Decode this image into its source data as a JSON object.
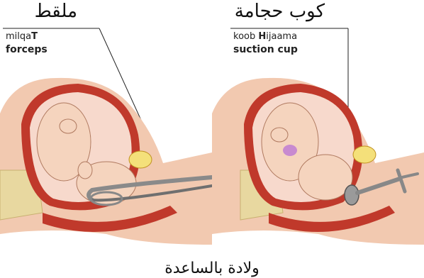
{
  "panels": [
    {
      "arabic": "ملقط",
      "transliteration_plain": "milqa",
      "transliteration_bold": "T",
      "english": "forceps"
    },
    {
      "arabic": "كوب حجامة",
      "transliteration_prefix": "koob ",
      "transliteration_bold": "H",
      "transliteration_suffix": "ijaama",
      "english": "suction cup"
    }
  ],
  "caption": "ولادة بالساعدة",
  "colors": {
    "skin": "#f2c9b0",
    "uterus": "#c0392b",
    "baby": "#f5d4be",
    "spine": "#e8d8a0",
    "instrument": "#8a8a8a"
  }
}
